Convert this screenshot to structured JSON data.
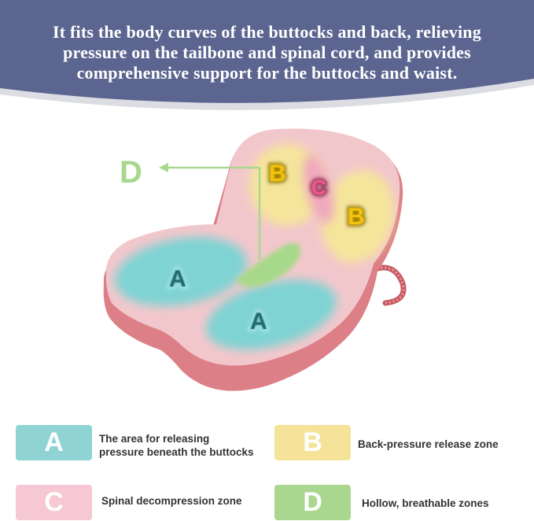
{
  "banner": {
    "lines": [
      "It fits the body curves of the buttocks and back, relieving",
      "pressure on the tailbone and spinal cord, and provides",
      "comprehensive support for the buttocks and waist."
    ],
    "color": "#5b6590"
  },
  "diagram": {
    "zone_labels": {
      "a_left": "A",
      "a_right": "A",
      "b_left": "B",
      "b_right": "B",
      "c": "C",
      "d": "D"
    }
  },
  "legend": [
    {
      "letter": "A",
      "text_line1": "The area for releasing",
      "text_line2": "pressure beneath the buttocks",
      "color": "#8fd3d3"
    },
    {
      "letter": "B",
      "text_line1": "Back-pressure release zone",
      "text_line2": "",
      "color": "#f6e39a"
    },
    {
      "letter": "C",
      "text_line1": "Spinal decompression zone",
      "text_line2": "",
      "color": "#f6c8d4"
    },
    {
      "letter": "D",
      "text_line1": "Hollow, breathable zones",
      "text_line2": "",
      "color": "#a9d78f"
    }
  ]
}
